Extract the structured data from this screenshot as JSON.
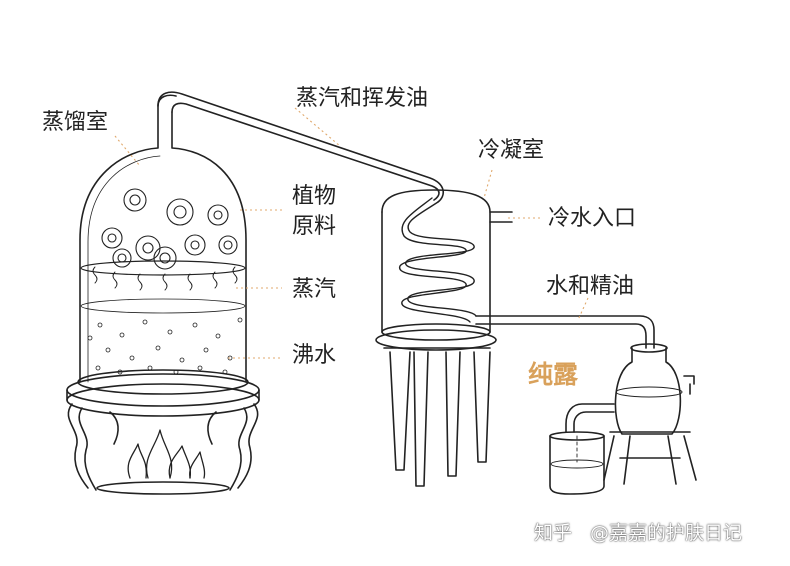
{
  "labels": {
    "still_chamber": "蒸馏室",
    "steam_oil": "蒸汽和挥发油",
    "condenser": "冷凝室",
    "plant_line1": "植物",
    "plant_line2": "原料",
    "cold_water_in": "冷水入口",
    "steam": "蒸汽",
    "water_oil": "水和精油",
    "boiling_water": "沸水",
    "hydrosol": "纯露"
  },
  "watermark": {
    "platform": "知乎",
    "author": "@嘉嘉的护肤日记"
  },
  "colors": {
    "ink": "#222222",
    "leader": "#e0a96d",
    "accent": "#d9a15b",
    "label": "#222222"
  }
}
